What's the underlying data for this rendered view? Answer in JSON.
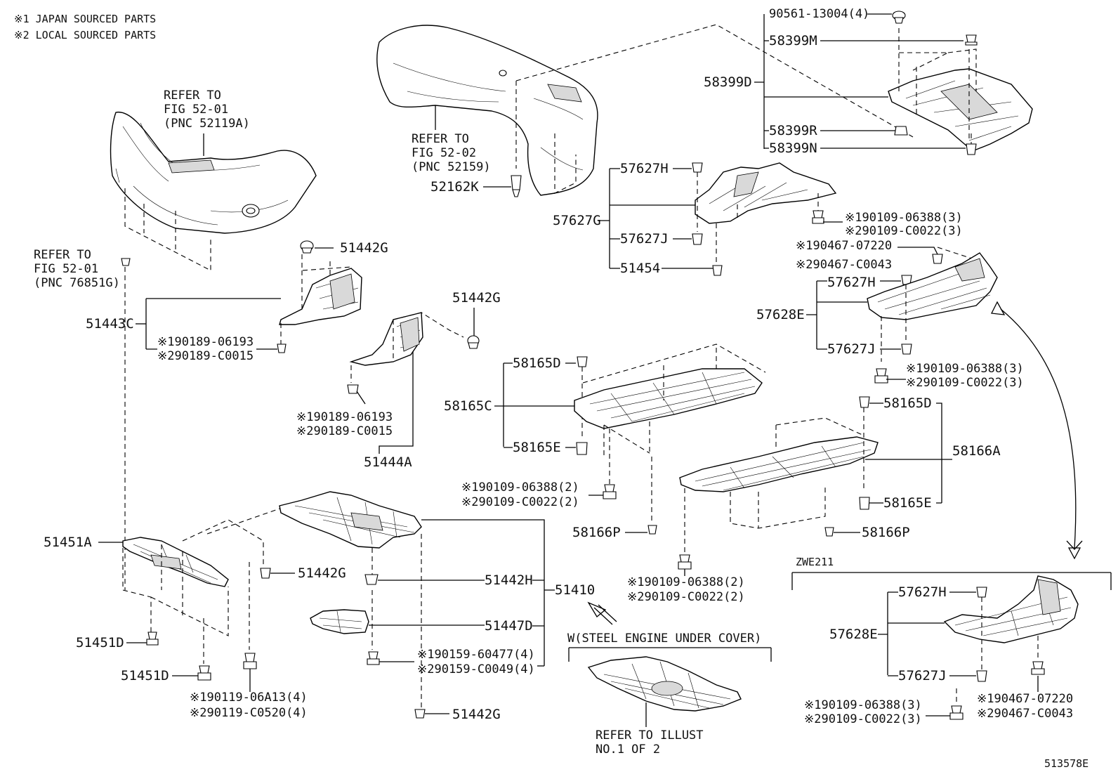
{
  "legend": {
    "japan": "※1 JAPAN SOURCED PARTS",
    "local": "※2 LOCAL SOURCED PARTS"
  },
  "refs": {
    "front_bumper": [
      "REFER TO",
      "FIG 52-01",
      "(PNC 52119A)"
    ],
    "rear_bumper": [
      "REFER TO",
      "FIG 52-02",
      "(PNC 52159)"
    ],
    "bumper_side": [
      "REFER TO",
      "FIG 52-01",
      "(PNC 76851G)"
    ],
    "steel_cover": [
      "REFER TO ILLUST",
      "NO.1 OF 2"
    ]
  },
  "labels": {
    "p90561": "90561-13004(4)",
    "p58399M": "58399M",
    "p58399D": "58399D",
    "p58399R": "58399R",
    "p58399N": "58399N",
    "p52162K": "52162K",
    "p57627H_a": "57627H",
    "p57627G": "57627G",
    "p57627J_a": "57627J",
    "p51454": "51454",
    "j90109_a": "※190109-06388(3)",
    "l90109_a": "※290109-C0022(3)",
    "j90467_a": "※190467-07220",
    "l90467_a": "※290467-C0043",
    "p57627H_b": "57627H",
    "p57628E_a": "57628E",
    "p57627J_b": "57627J",
    "j90109_b": "※190109-06388(3)",
    "l90109_b": "※290109-C0022(3)",
    "p51442G_a": "51442G",
    "p51443C": "51443C",
    "j90189_a": "※190189-06193",
    "l90189_a": "※290189-C0015",
    "p51442G_b": "51442G",
    "j90189_b": "※190189-06193",
    "l90189_b": "※290189-C0015",
    "p51444A": "51444A",
    "p58165D_a": "58165D",
    "p58165C": "58165C",
    "p58165E_a": "58165E",
    "j90109_c": "※190109-06388(2)",
    "l90109_c": "※290109-C0022(2)",
    "p58166P_a": "58166P",
    "p58165D_b": "58165D",
    "p58166A": "58166A",
    "p58165E_b": "58165E",
    "p58166P_b": "58166P",
    "j90109_d": "※190109-06388(2)",
    "l90109_d": "※290109-C0022(2)",
    "p51451A": "51451A",
    "p51442G_c": "51442G",
    "p51442H": "51442H",
    "p51410": "51410",
    "p51447D": "51447D",
    "j90159": "※190159-60477(4)",
    "l90159": "※290159-C0049(4)",
    "p51451D_a": "51451D",
    "p51451D_b": "51451D",
    "j90119": "※190119-06A13(4)",
    "l90119": "※290119-C0520(4)",
    "p51442G_d": "51442G",
    "steel_title": "W(STEEL ENGINE UNDER COVER)",
    "zwe": "ZWE211",
    "p57627H_c": "57627H",
    "p57628E_b": "57628E",
    "p57627J_c": "57627J",
    "j90109_e": "※190109-06388(3)",
    "l90109_e": "※290109-C0022(3)",
    "j90467_b": "※190467-07220",
    "l90467_b": "※290467-C0043",
    "fig_no": "513578E"
  }
}
